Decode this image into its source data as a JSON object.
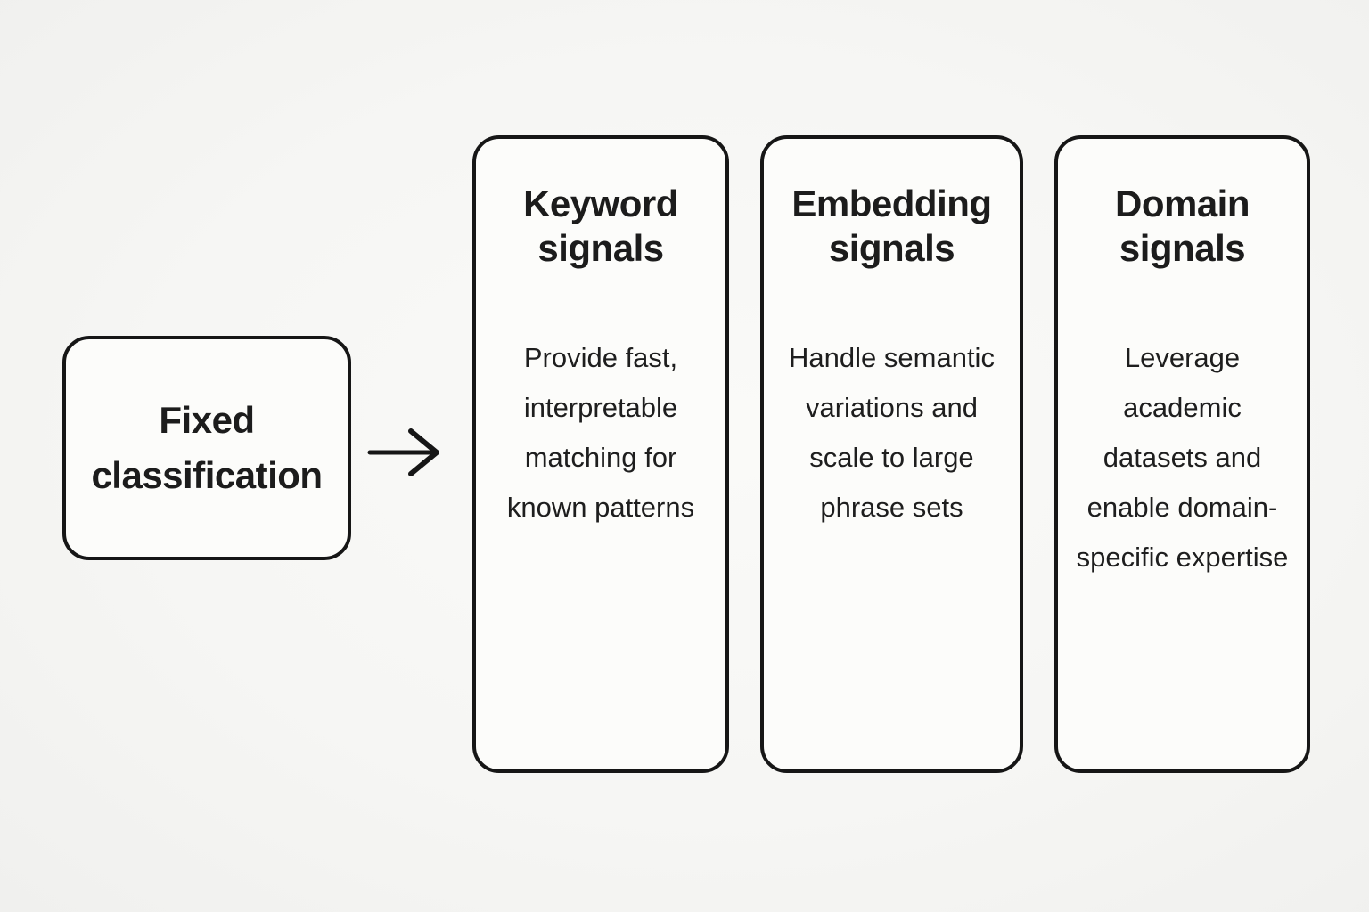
{
  "diagram": {
    "source": {
      "label": "Fixed classification"
    },
    "icons": {
      "flow_arrow": "→"
    },
    "cards": [
      {
        "title": "Keyword signals",
        "description": "Provide fast, interpretable matching for known patterns"
      },
      {
        "title": "Embedding signals",
        "description": "Handle semantic variations and scale to large phrase sets"
      },
      {
        "title": "Domain signals",
        "description": "Leverage academic datasets and enable domain-specific expertise"
      }
    ],
    "colors": {
      "background": "#f6f6f4",
      "card_fill": "#fcfcfa",
      "border": "#161616",
      "text": "#1c1c1c"
    }
  }
}
